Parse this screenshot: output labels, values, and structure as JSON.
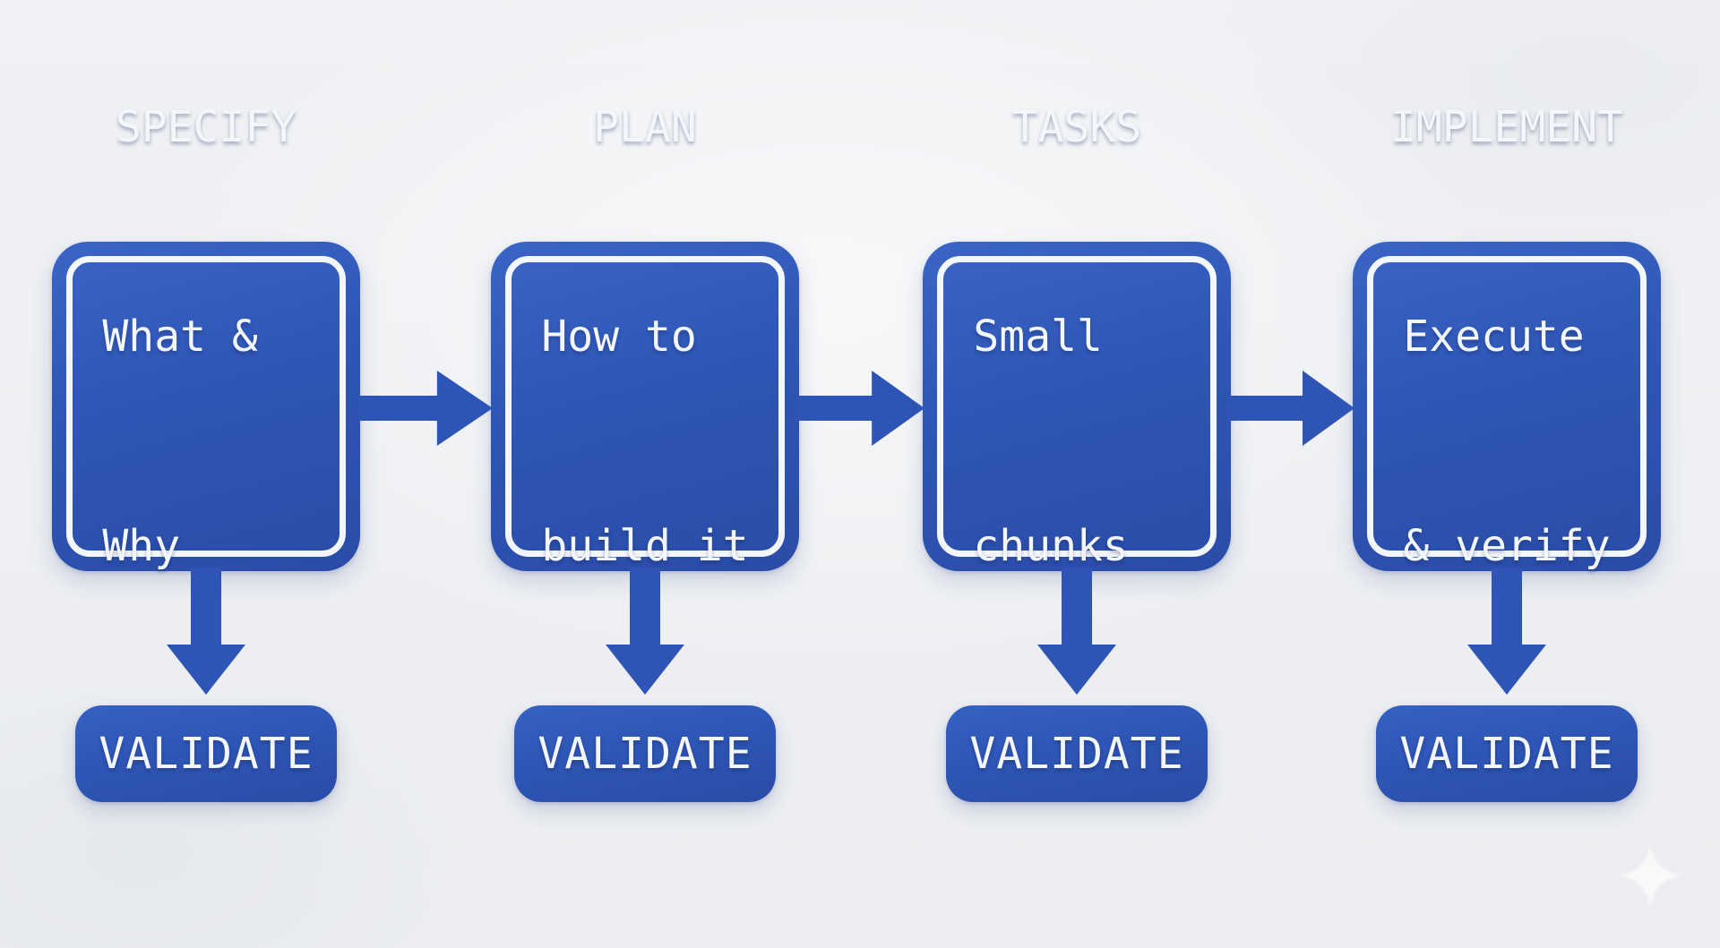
{
  "diagram": {
    "type": "flowchart",
    "stages": [
      {
        "title": "SPECIFY",
        "line1": "What &",
        "line2": "Why",
        "validate_label": "VALIDATE"
      },
      {
        "title": "PLAN",
        "line1": "How to",
        "line2": "build it",
        "validate_label": "VALIDATE"
      },
      {
        "title": "TASKS",
        "line1": "Small",
        "line2": "chunks",
        "validate_label": "VALIDATE"
      },
      {
        "title": "IMPLEMENT",
        "line1": "Execute",
        "line2": "& verify",
        "validate_label": "VALIDATE"
      }
    ],
    "connectors": {
      "horizontal_arrows": 3,
      "vertical_arrows": 4,
      "right_arrow_icon": "arrow-right-icon",
      "down_arrow_icon": "arrow-down-icon"
    },
    "watermark_icon": "sparkle-icon",
    "colors": {
      "accent_blue": "#2e54b5",
      "accent_blue_light": "#3a64c6",
      "accent_blue_dark": "#2a4ca7",
      "background": "#eef0f2",
      "text_and_border": "#f3f6fa"
    }
  }
}
